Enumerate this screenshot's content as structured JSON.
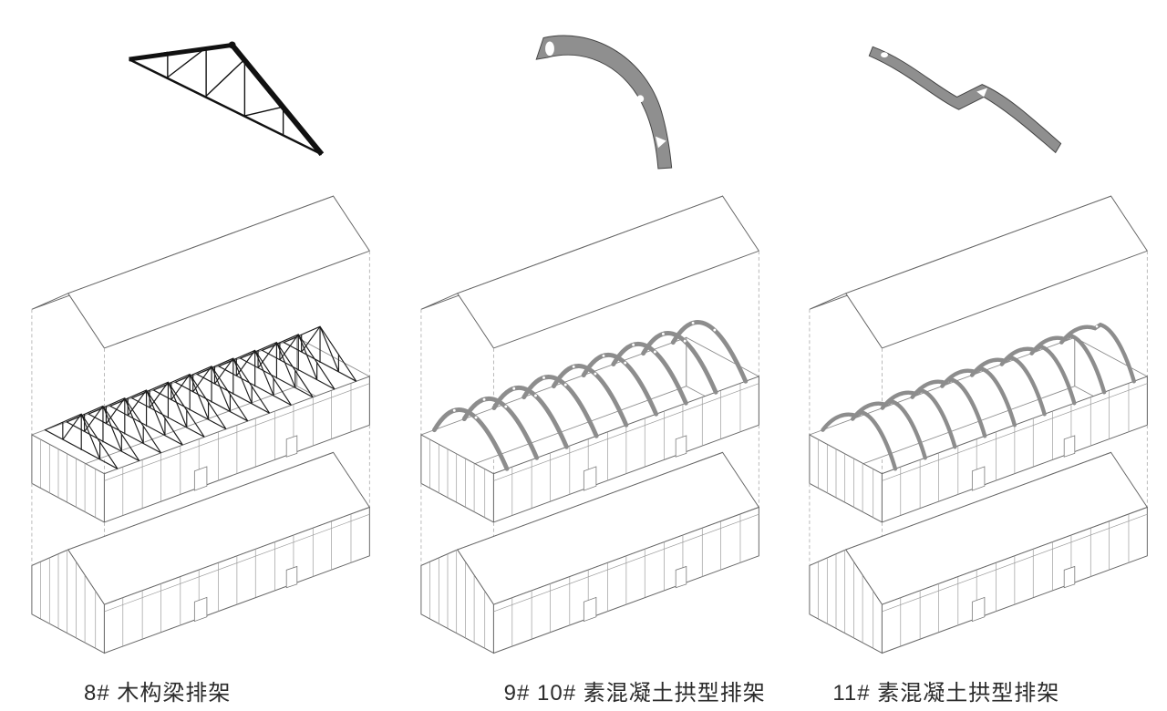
{
  "page": {
    "background": "#ffffff"
  },
  "colors": {
    "outline": "#666666",
    "detail_line": "#9a9a9a",
    "timber_frame": "#1c1c1c",
    "concrete_gray": "#8f8f8f",
    "dashed_guide": "#b0b0b0",
    "caption_text": "#2b2b2b"
  },
  "figures": [
    {
      "caption": "8# 木构梁排架",
      "frame_icon": "timber-truss",
      "frame_count": 12
    },
    {
      "caption": "9# 10# 素混凝土拱型排架",
      "frame_icon": "concrete-arch",
      "frame_count": 9
    },
    {
      "caption": "11# 素混凝土拱型排架",
      "frame_icon": "concrete-gull-arch",
      "frame_count": 9
    }
  ]
}
